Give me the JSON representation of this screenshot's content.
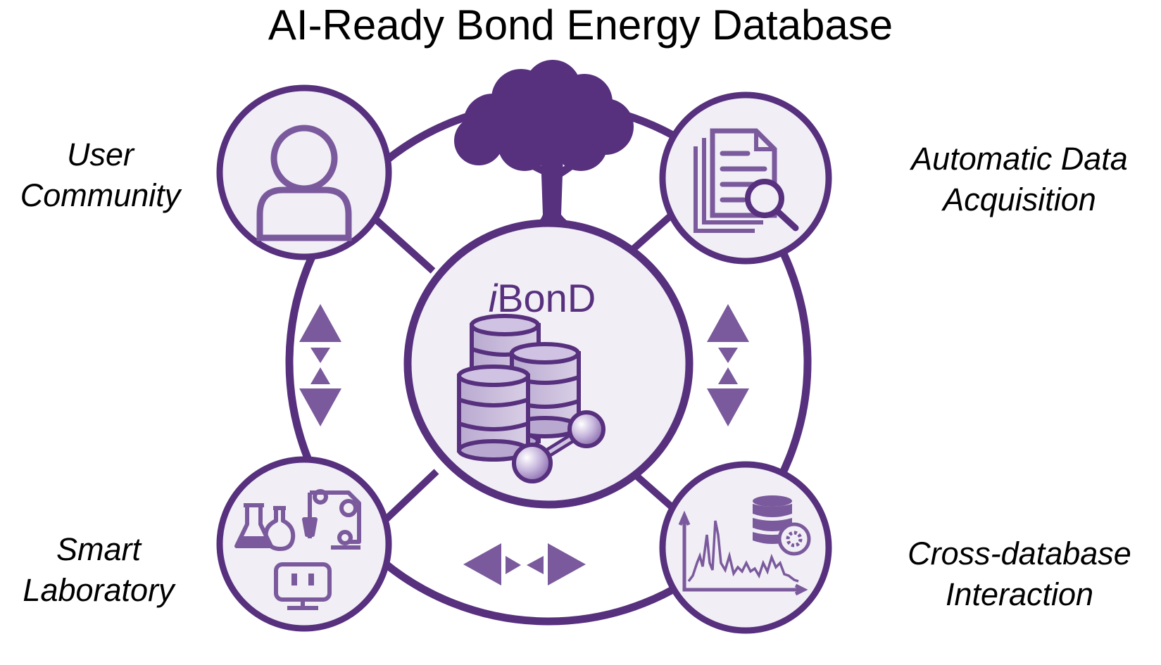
{
  "title": "AI-Ready Bond Energy Database",
  "center": {
    "prefix": "i",
    "name": "BonD",
    "icon": "database-molecule-icon"
  },
  "nodes": [
    {
      "id": "user",
      "lines": [
        "User",
        "Community"
      ],
      "icon": "user-icon"
    },
    {
      "id": "acquisition",
      "lines": [
        "Automatic Data",
        "Acquisition"
      ],
      "icon": "document-search-icon"
    },
    {
      "id": "lab",
      "lines": [
        "Smart",
        "Laboratory"
      ],
      "icon": "lab-robot-icon"
    },
    {
      "id": "cross",
      "lines": [
        "Cross-database",
        "Interaction"
      ],
      "icon": "spectrum-database-icon"
    }
  ],
  "decor": {
    "top": "tree-icon",
    "arrows": [
      "vertical-double-arrow-icon",
      "horizontal-double-arrow-icon"
    ]
  },
  "colors": {
    "primary": "#57307e",
    "mid": "#7a5a9c",
    "light": "#a793c2",
    "fill": "#f1eef6",
    "text": "#000000"
  }
}
